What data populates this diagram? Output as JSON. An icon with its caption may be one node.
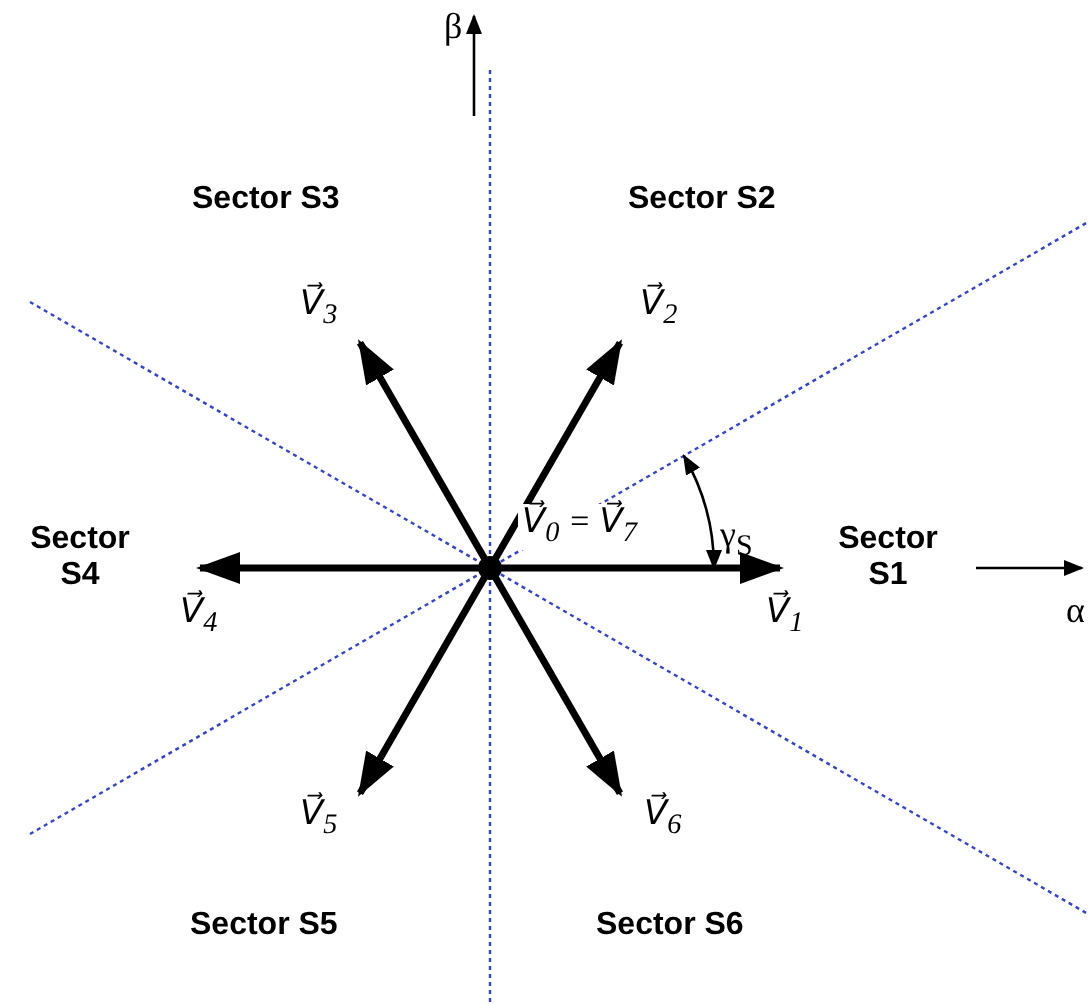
{
  "diagram": {
    "labels": [
      "β",
      "Sector S3",
      "Sector S2",
      "V⃗$_{3}$",
      "V⃗$_{2}$",
      "γ$_{S}$",
      "Sector S4",
      "V⃗$_{0}$ = V⃗$_{7}$",
      "Sector S1",
      "α",
      "V⃗$_{4}$",
      "V⃗$_{1}$",
      "V⃗$_{5}$",
      "V⃗$_{6}$",
      "Sector S5",
      "Sector S6"
    ]
  }
}
